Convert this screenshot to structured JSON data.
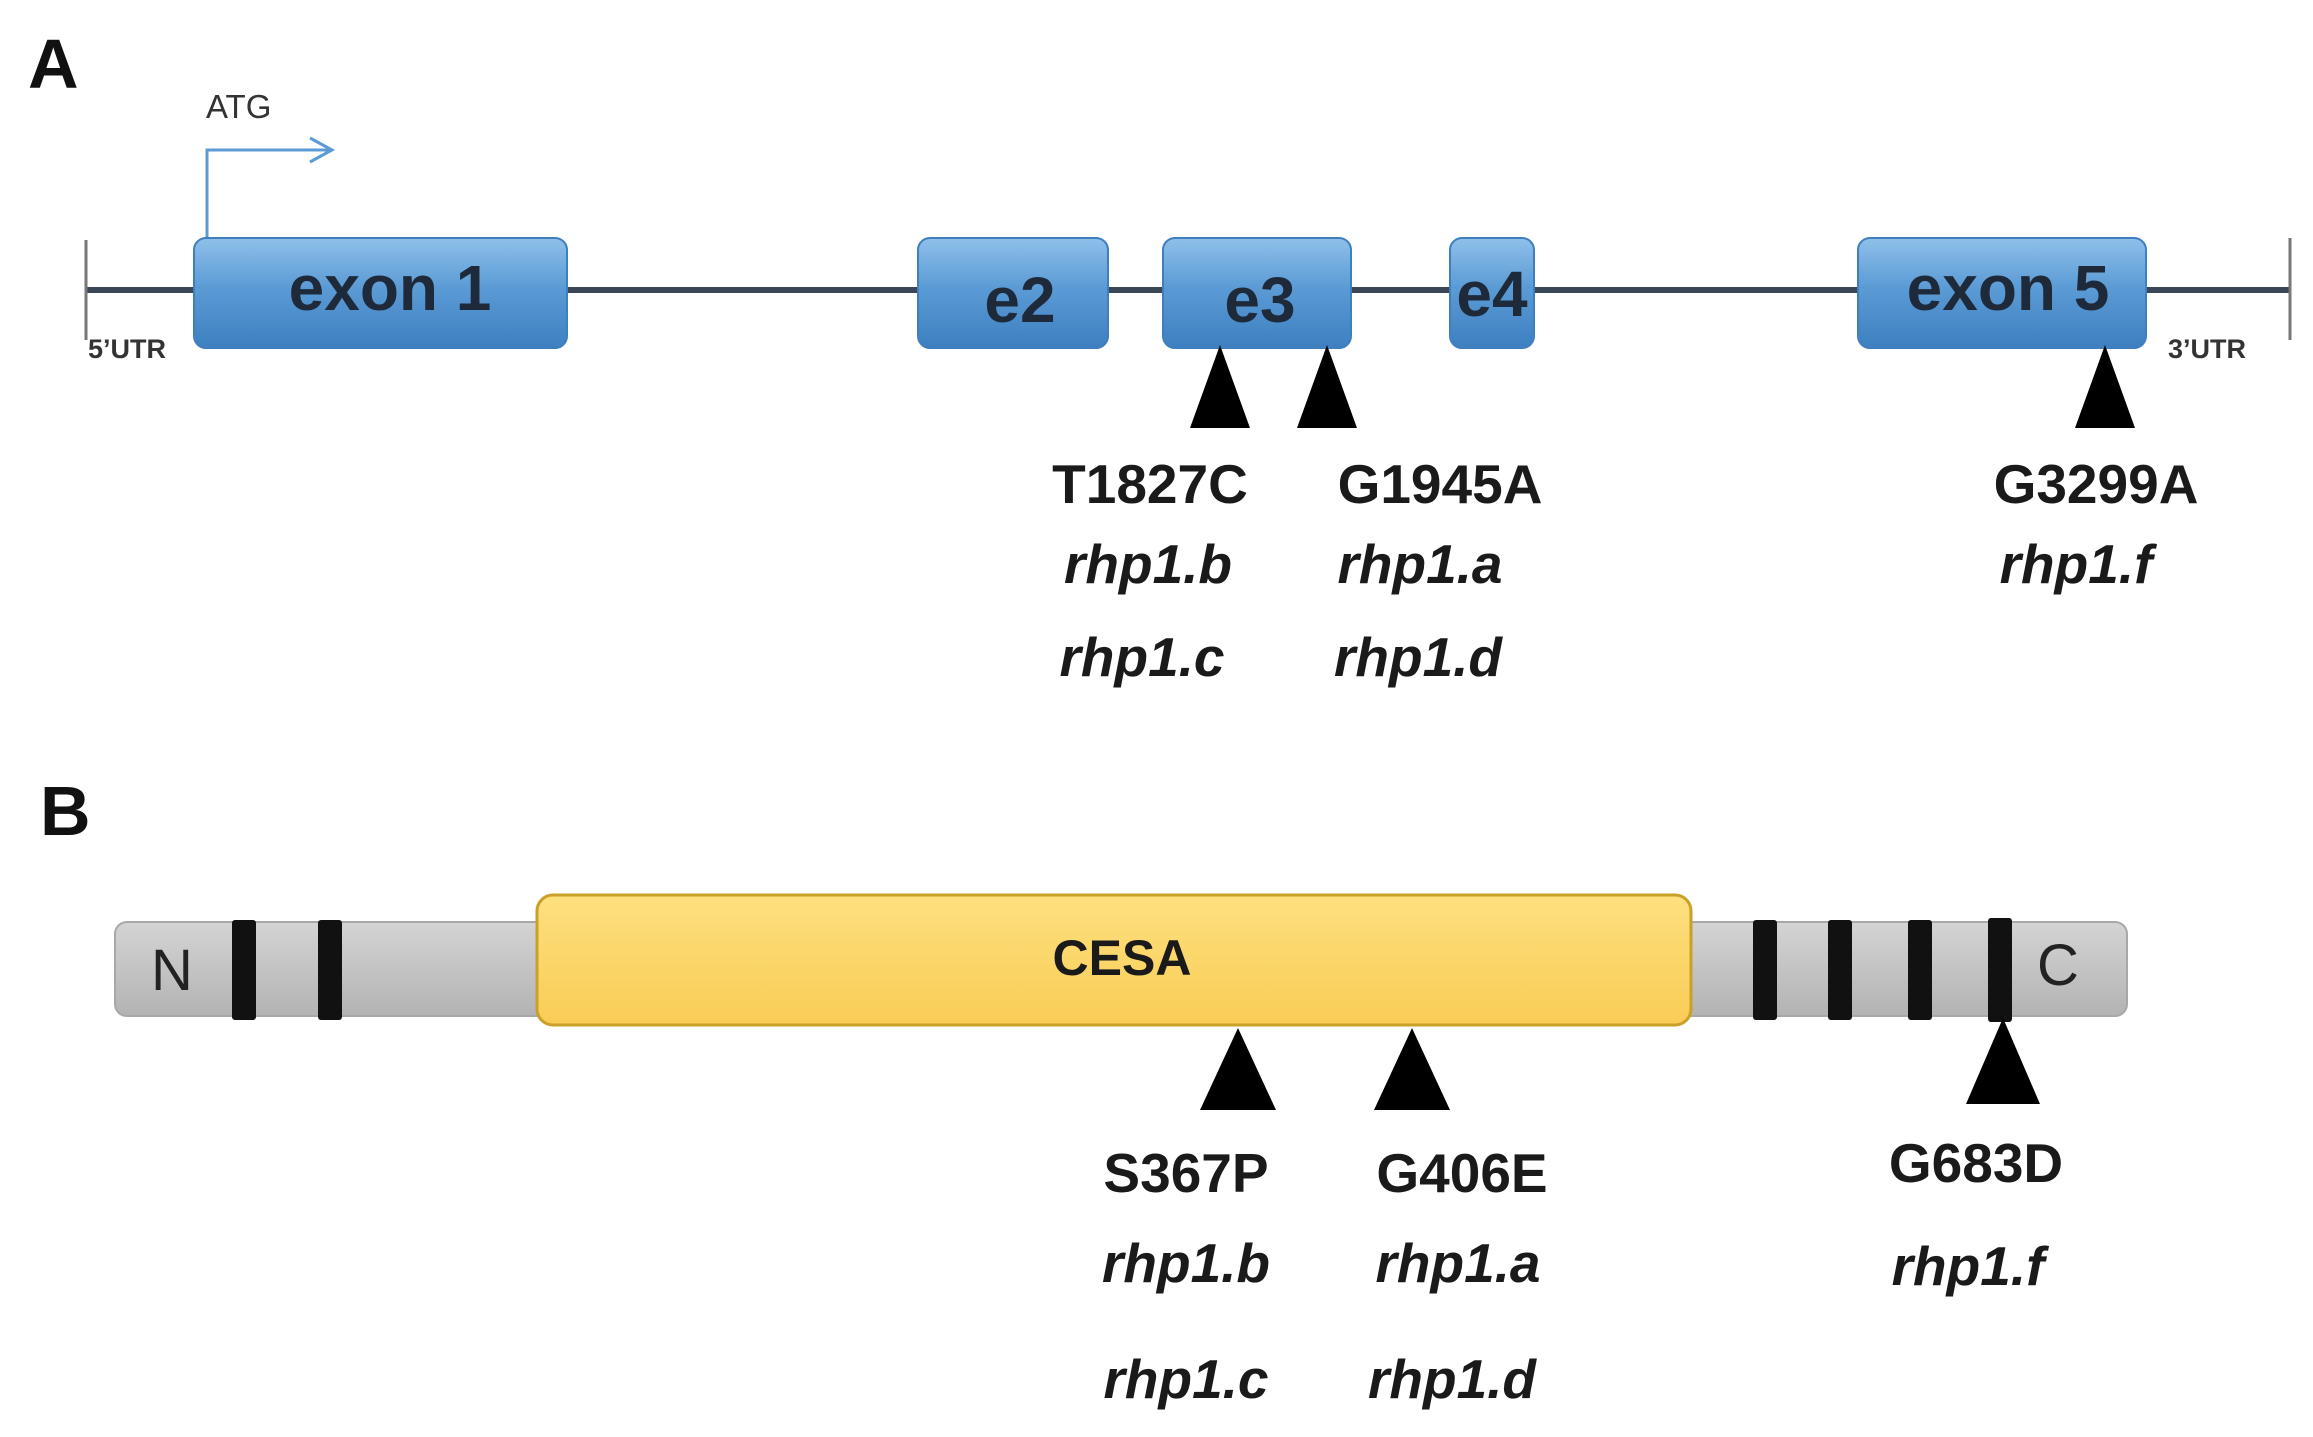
{
  "panel_a": {
    "label": "A",
    "start_codon": "ATG",
    "utr5": "5’UTR",
    "utr3": "3’UTR",
    "exons": [
      {
        "label": "exon 1"
      },
      {
        "label": "e2"
      },
      {
        "label": "e3"
      },
      {
        "label": "e4"
      },
      {
        "label": "exon 5"
      }
    ],
    "mutations": [
      {
        "change": "T1827C",
        "alleles": [
          "rhp1.b",
          "rhp1.c"
        ]
      },
      {
        "change": "G1945A",
        "alleles": [
          "rhp1.a",
          "rhp1.d"
        ]
      },
      {
        "change": "G3299A",
        "alleles": [
          "rhp1.f"
        ]
      }
    ],
    "colors": {
      "exon": "#5b9bd5",
      "exon_edge": "#3f7fbf",
      "line": "#3a4555",
      "arrow": "#5b9bd5"
    }
  },
  "panel_b": {
    "label": "B",
    "n_term": "N",
    "c_term": "C",
    "domain": "CESA",
    "mutations": [
      {
        "change": "S367P",
        "alleles": [
          "rhp1.b",
          "rhp1.c"
        ]
      },
      {
        "change": "G406E",
        "alleles": [
          "rhp1.a",
          "rhp1.d"
        ]
      },
      {
        "change": "G683D",
        "alleles": [
          "rhp1.f"
        ]
      }
    ],
    "colors": {
      "protein": "#c0c0c0",
      "domain": "#fcd46a",
      "domain_edge": "#c9a02a",
      "tm_helix": "#111111"
    }
  }
}
